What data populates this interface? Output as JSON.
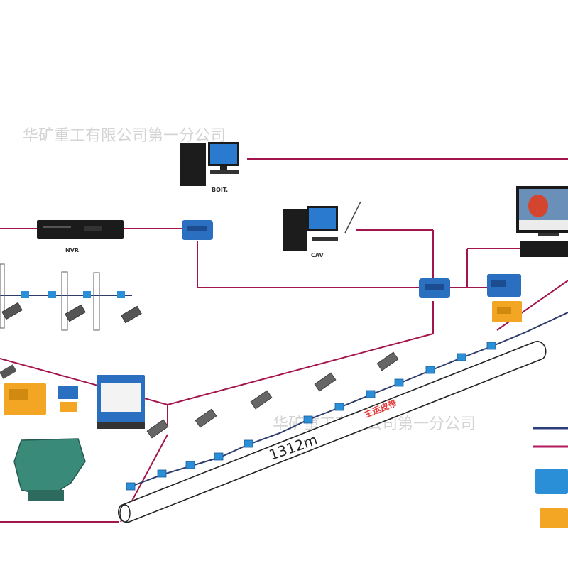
{
  "watermark": {
    "top": "华矿重工有限公司第一分公司",
    "middle": "华矿重工有限公司第一分公司"
  },
  "conveyor": {
    "length_label": "1312m",
    "belt_label": "主运皮带"
  },
  "device_labels": {
    "top_computer": "BOIT.",
    "nvr": "NVR",
    "switch_left": "",
    "middle_computer": "CAV",
    "switch_center": "",
    "monitor": "",
    "nvr_right": "",
    "switch_right": ""
  },
  "colors": {
    "network_line": "#a3154d",
    "conveyor_line": "#2e3b6b",
    "device_blue": "#2b6fc0",
    "device_orange": "#f2a623",
    "legend_blue": "#2a3e7a",
    "legend_magenta": "#b2185e"
  },
  "icons": [
    "desktop-computer-icon",
    "nvr-recorder-icon",
    "network-switch-icon",
    "ip-camera-icon",
    "monitor-icon",
    "control-box-icon",
    "crusher-machine-icon"
  ]
}
